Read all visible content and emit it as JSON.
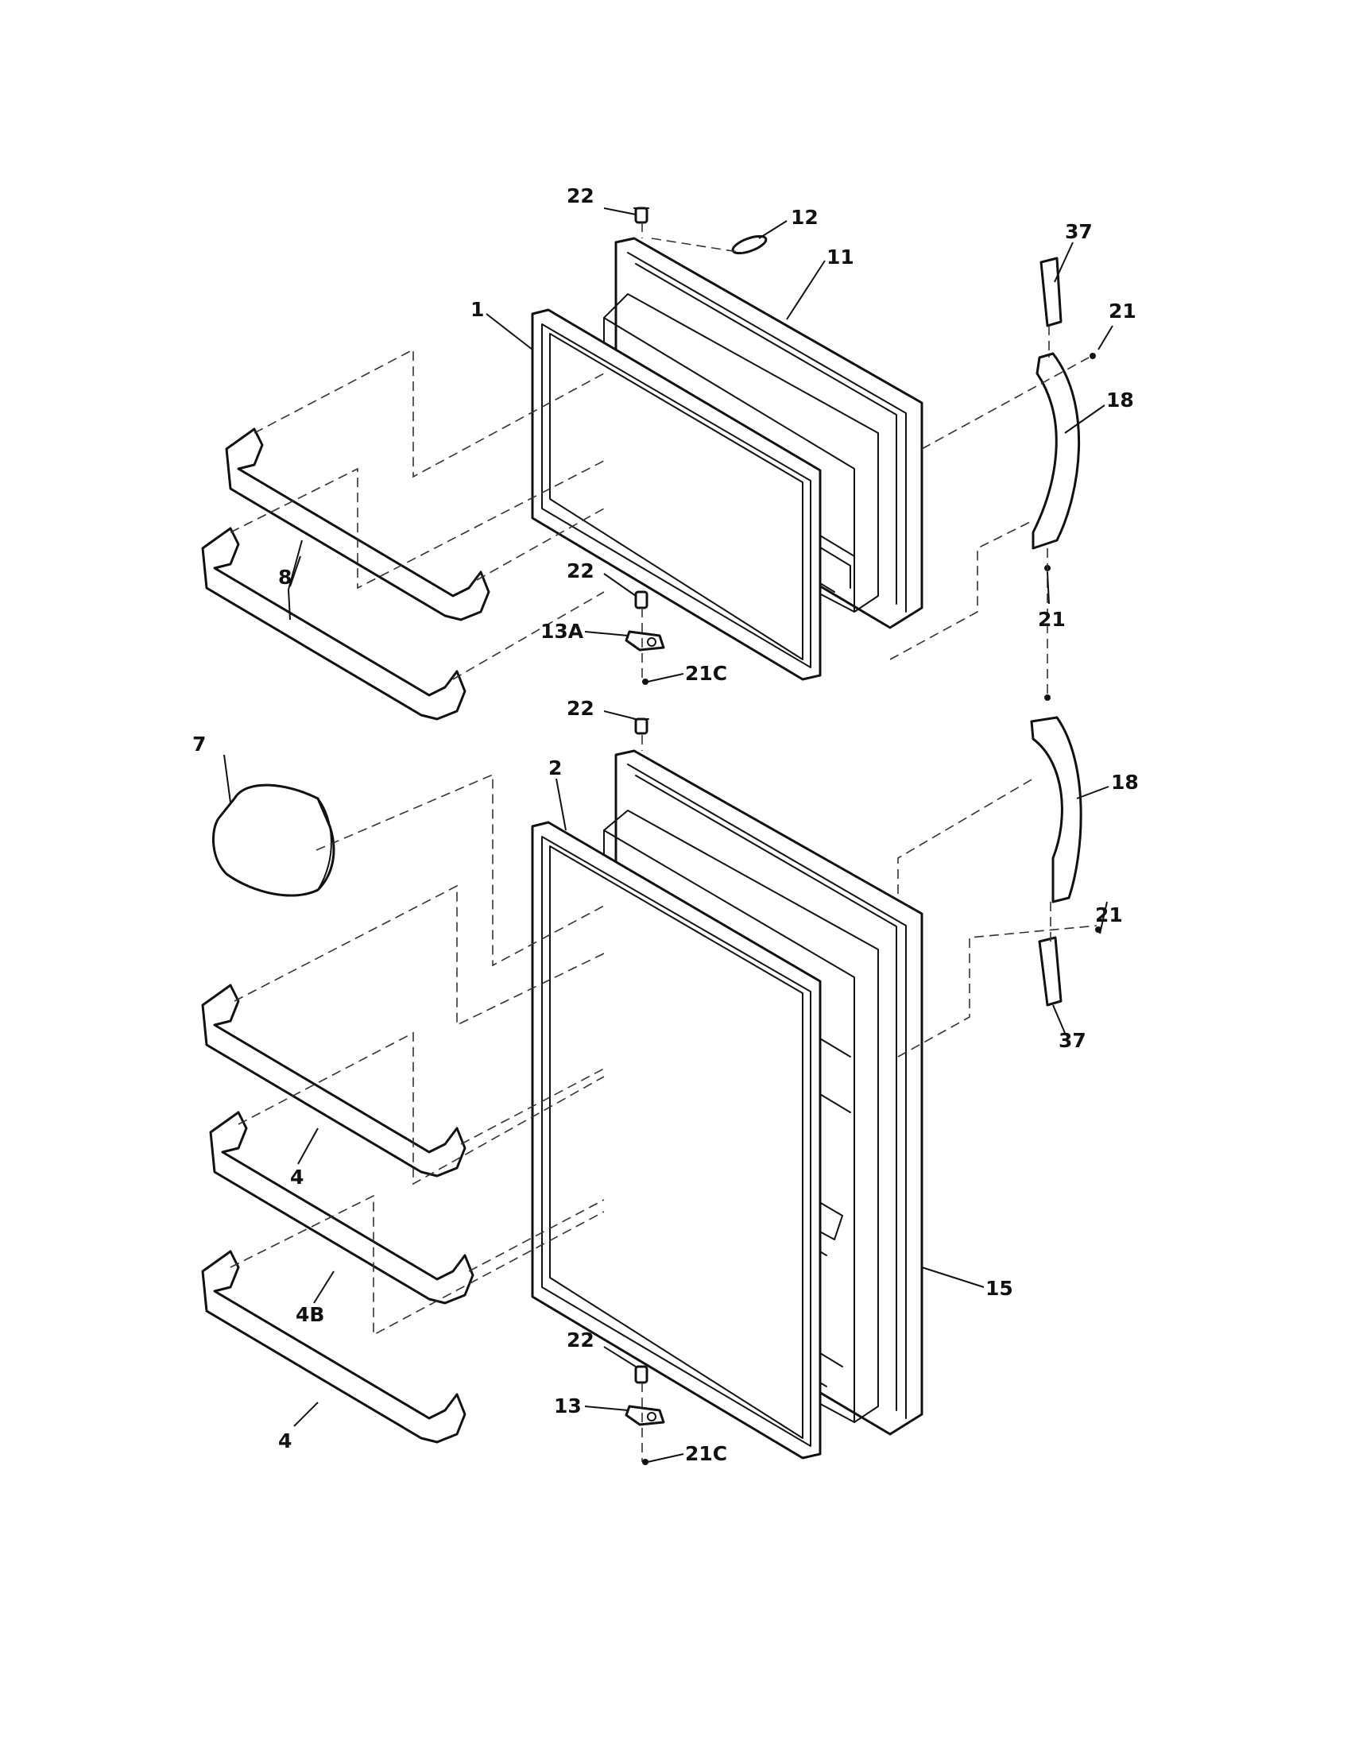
{
  "callouts": {
    "c1": "1",
    "c2": "2",
    "c4a": "4",
    "c4b": "4",
    "c4B": "4B",
    "c7": "7",
    "c8": "8",
    "c11": "11",
    "c12": "12",
    "c13": "13",
    "c13A": "13A",
    "c15": "15",
    "c18a": "18",
    "c18b": "18",
    "c21a": "21",
    "c21b": "21",
    "c21c": "21",
    "c21Ca": "21C",
    "c21Cb": "21C",
    "c22a": "22",
    "c22b": "22",
    "c22c": "22",
    "c22d": "22",
    "c37a": "37",
    "c37b": "37"
  }
}
